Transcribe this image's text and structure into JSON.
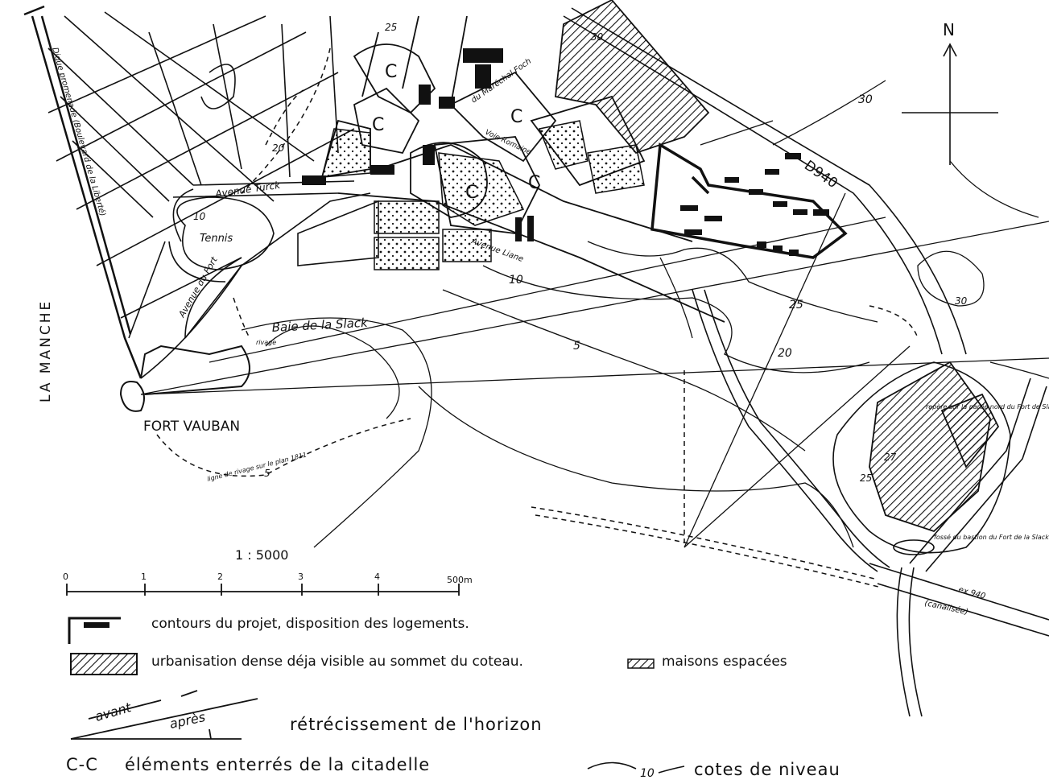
{
  "map": {
    "north": "N",
    "sea_label": "LA MANCHE",
    "places": {
      "fort": "FORT VAUBAN",
      "bay": "Baie de la Slack",
      "tennis": "Tennis",
      "avenue_turck": "Avenue Turck",
      "avenue_fort": "Avenue du Fort",
      "avenue_liane": "Avenue Liane",
      "digue": "Digue promenade (Boulevard de la Liberté)",
      "marechal_foch": "du Maréchal Foch",
      "rue_romaine": "Voie Romaine",
      "road": "D940",
      "ex_road": "ex 940",
      "canalisee": "(canalisée)",
      "shoreline_note": "ligne de rivage sur le plan 1811",
      "rivage": "rivage",
      "fosse_note": "fossé du bastion du Fort de la Slack",
      "repere_note": "repère sur la partie nord du Fort de Slack"
    },
    "citadel_marks": [
      "C",
      "C",
      "C",
      "C",
      "C"
    ],
    "contours": [
      "5",
      "10",
      "20",
      "25",
      "30",
      "5",
      "10",
      "20",
      "25",
      "30",
      "27",
      "25",
      "30"
    ]
  },
  "scale": {
    "ratio": "1 : 5000",
    "ticks": [
      "0",
      "1",
      "2",
      "3",
      "4",
      "500m"
    ]
  },
  "legend": {
    "project": "contours du projet, disposition des logements.",
    "dense": "urbanisation dense déja visible au sommet du coteau.",
    "spaced": "maisons espacées",
    "before": "avant",
    "after": "après",
    "horizon": "rétrécissement de l'horizon",
    "citadel_code": "C-C",
    "citadel": "éléments enterrés de la citadelle",
    "contour_sample": "10",
    "contour_levels": "cotes de niveau"
  }
}
